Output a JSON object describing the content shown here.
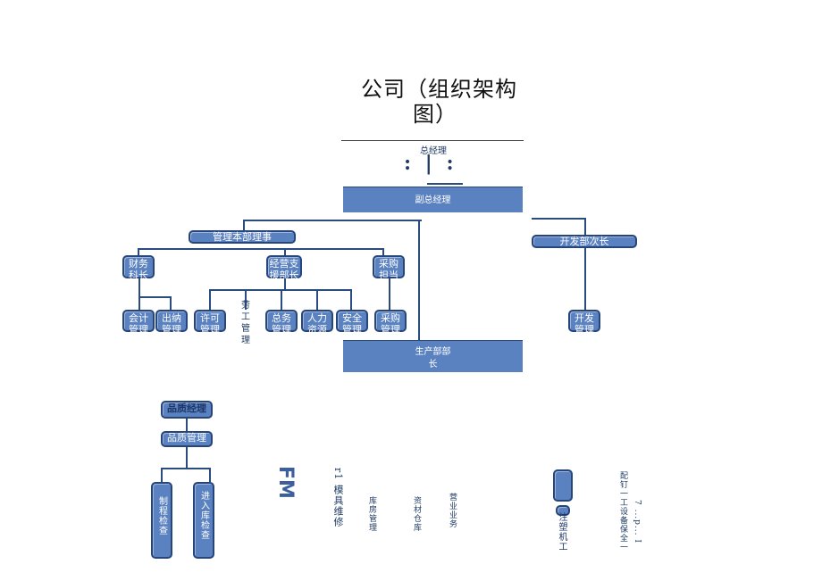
{
  "title": {
    "line1": "公司（组织架构",
    "line2": "图）"
  },
  "gm": "总经理",
  "gm_marks": ":  |  :",
  "vice_gm": "副总经理",
  "admin_head": "管理本部理事",
  "dev_head": "开发部次长",
  "finance": "财务科长",
  "support": "经营支援部长",
  "purchase": "采购担当",
  "accounting": "会计管理",
  "cashier": "出纳管理",
  "license": "许可管理",
  "labor": "劳工管理",
  "general": "总务管理",
  "hr": "人力资源",
  "safety": "安全管理",
  "purchase_mgmt": "采购管理",
  "dev_mgmt": "开发管理",
  "production": {
    "line1": "生产部部",
    "line2": "长"
  },
  "quality": "品质经理",
  "quality_mgmt": "品质管理",
  "in_process": "制程检查",
  "incoming": "进入库检查",
  "fm": "FM",
  "mold": "r1 模具维修",
  "stores": "库房管理",
  "materials": "资材仓库",
  "business": "营业业务",
  "machine": "注塑机工",
  "equipment": "配钉一工设备保全一",
  "last": "7 ...p... I",
  "colors": {
    "box": "#5b82c0",
    "border": "#26457a",
    "line": "#2a4b80"
  }
}
